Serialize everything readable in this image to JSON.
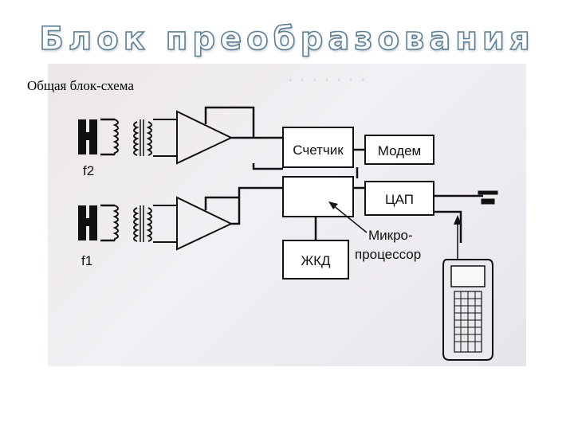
{
  "slide": {
    "title": "Блок преобразования",
    "subtitle": "Общая блок-схема"
  },
  "diagram": {
    "sensor_top_label": "f2",
    "sensor_bottom_label": "f1",
    "counter_label": "Счетчик",
    "modem_label": "Модем",
    "dac_label": "ЦАП",
    "lcd_label": "ЖКД",
    "mcu_label_line1": "Микро-",
    "mcu_label_line2": "процессор"
  }
}
